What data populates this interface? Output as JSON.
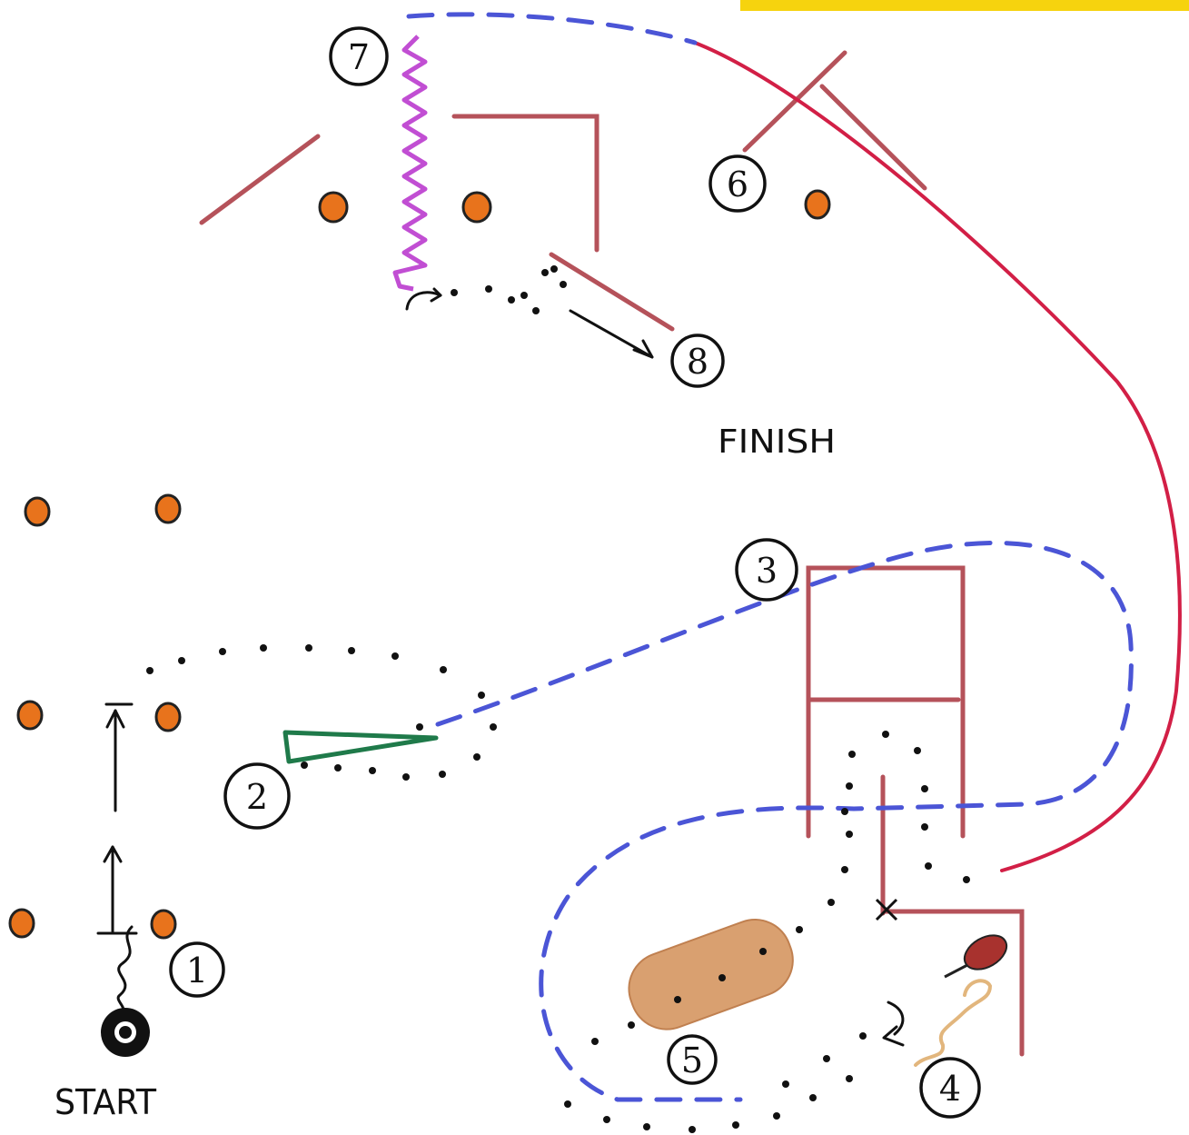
{
  "labels": {
    "start": "START",
    "finish": "FINISH"
  },
  "obstacles": [
    {
      "number": "1",
      "name": "weave-entry"
    },
    {
      "number": "2",
      "name": "table"
    },
    {
      "number": "3",
      "name": "a-frame"
    },
    {
      "number": "4",
      "name": "spiral"
    },
    {
      "number": "5",
      "name": "tunnel"
    },
    {
      "number": "6",
      "name": "cross-jump"
    },
    {
      "number": "7",
      "name": "weave"
    },
    {
      "number": "8",
      "name": "exit"
    }
  ],
  "colors": {
    "cone": "#e8731c",
    "fence": "#b5525a",
    "blue_path": "#4b55d6",
    "red_path": "#d21f46",
    "weave": "#c14ed3",
    "table": "#1f7a4a",
    "tunnel": "#d9a070",
    "banner": "#f6d30e",
    "ink": "#111111"
  }
}
